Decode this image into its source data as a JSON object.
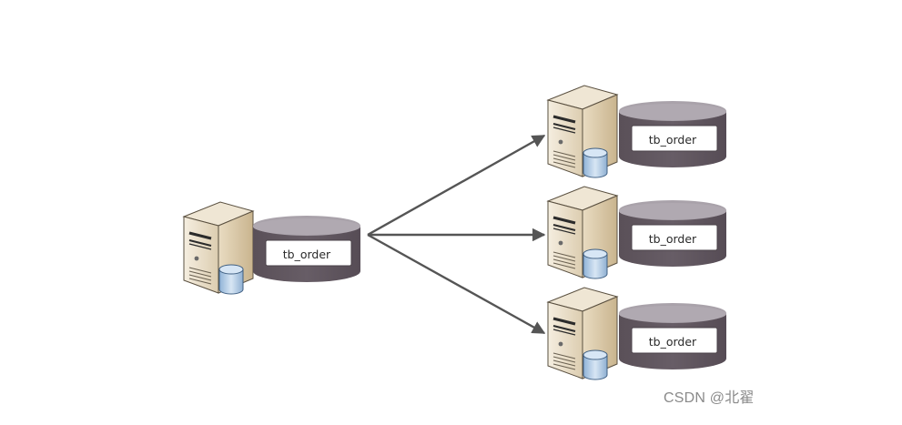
{
  "diagram": {
    "title": "",
    "source_node": {
      "id": "src",
      "table_label": "tb_order",
      "icon": "database-server-icon"
    },
    "target_nodes": [
      {
        "id": "t1",
        "table_label": "tb_order",
        "icon": "database-server-icon"
      },
      {
        "id": "t2",
        "table_label": "tb_order",
        "icon": "database-server-icon"
      },
      {
        "id": "t3",
        "table_label": "tb_order",
        "icon": "database-server-icon"
      }
    ],
    "edges": [
      {
        "from": "src",
        "to": "t1",
        "style": "arrow"
      },
      {
        "from": "src",
        "to": "t2",
        "style": "arrow"
      },
      {
        "from": "src",
        "to": "t3",
        "style": "arrow"
      }
    ],
    "colors": {
      "cylinder_body": "#5f5660",
      "cylinder_top": "#a9a2aa",
      "label_box": "#ffffff",
      "arrow": "#555555",
      "server_body": "#e8dcc4",
      "small_db": "#a9c6e3"
    }
  },
  "watermark": {
    "text": "CSDN @北翟"
  }
}
